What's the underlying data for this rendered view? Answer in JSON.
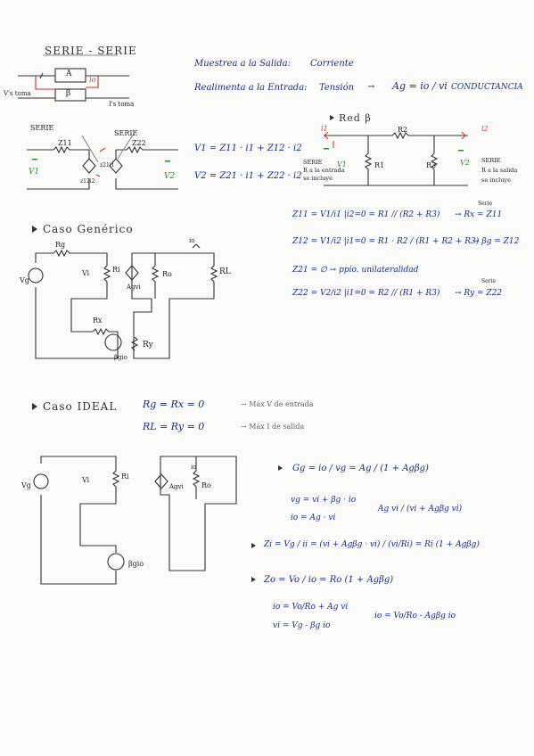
{
  "titles": {
    "serie_serie": "SERIE - SERIE",
    "caso_generico": "Caso Genérico",
    "caso_ideal": "Caso IDEAL",
    "red_beta": "Red β"
  },
  "header_lines": {
    "l1_a": "Muestrea a la Salida:",
    "l1_b": "Corriente",
    "l2_a": "Realimenta a la Entrada:",
    "l2_b": "Tensión",
    "arrow": "→",
    "ag": "Ag = io / vi",
    "conductancia": "CONDUCTANCIA"
  },
  "diagram1": {
    "a": "A",
    "beta": "β",
    "io": "io",
    "toma_left": "V's toma",
    "toma_right": "I's toma",
    "serie_left": "SERIE",
    "serie_right": "SERIE",
    "z11": "Z11",
    "z22": "Z22",
    "v1": "V1",
    "v2": "V2",
    "z12i2": "z12i2",
    "z21i1": "z21i1"
  },
  "z_eqs": {
    "v1": "V1 = Z11 · i1 + Z12 · i2",
    "v2": "V2 = Z21 · i1 + Z22 · i2"
  },
  "red_beta": {
    "i1": "i1",
    "i2": "i2",
    "r1": "R1",
    "r2": "R2",
    "r3": "R3",
    "v1": "V1",
    "v2": "V2",
    "serie_left": "SERIE",
    "r_entrada": "R a la entrada",
    "se_incluye": "se incluye",
    "serie_right": "SERIE",
    "r_salida": "R a la salida",
    "se_incluye2": "se incluye"
  },
  "z_params": {
    "z11": "Z11 = V1/i1 |i2=0 = R1 // (R2 + R3)",
    "z11_res": "→ Rx = Z11",
    "serie1": "Serie",
    "z12": "Z12 = V1/i2 |i1=0 = R1 · R2 / (R1 + R2 + R3)",
    "z12_res": "→ βg = Z12",
    "z21": "Z21 = ∅ → ppio. unilateralidad",
    "z22": "Z22 = V2/i2 |i1=0 = R2 // (R1 + R3)",
    "z22_res": "→ Ry = Z22",
    "serie2": "Serie"
  },
  "generic_circuit": {
    "rg": "Rg",
    "vg": "Vg",
    "vi": "Vi",
    "ri": "Ri",
    "agvi": "Agvi",
    "ro": "Ro",
    "rl": "RL",
    "io": "io",
    "rx": "Rx",
    "bgio": "βgio",
    "ry": "Ry"
  },
  "ideal_text": {
    "l1_a": "Rg = Rx = 0",
    "l1_b": "→ Máx V de entrada",
    "l2_a": "RL = Ry = 0",
    "l2_b": "→ Máx I de salida"
  },
  "ideal_circuit": {
    "vg": "Vg",
    "vi": "Vi",
    "ri": "Ri",
    "agvi": "Agvi",
    "ro": "Ro",
    "bgio": "βgio",
    "io": "io"
  },
  "final_eqs": {
    "g": "Gg = io / vg = Ag / (1 + Agβg)",
    "vg_eq": "vg = vi + βg · io",
    "io_eq": "io = Ag · vi",
    "brace1": "Ag vi / (vi + Agβg vi)",
    "zi": "Zi = Vg / ii = (vi + Agβg · vi) / (vi/Ri) = Ri (1 + Agβg)",
    "zo": "Zo = Vo / io = Ro (1 + Agβg)",
    "io2": "io = Vo/Ro + Ag vi",
    "vi2": "vi = Vg - βg io",
    "brace2": "io = Vo/Ro - Agβg io"
  }
}
